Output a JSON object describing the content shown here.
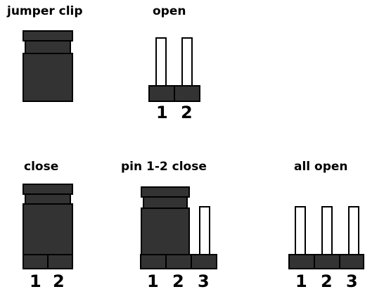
{
  "diagram": {
    "labels": {
      "jumper_clip": "jumper clip",
      "open": "open",
      "close": "close",
      "pin_1_2_close": "pin 1-2 close",
      "all_open": "all open"
    },
    "pin_numbers": {
      "open": [
        "1",
        "2"
      ],
      "close": [
        "1",
        "2"
      ],
      "pin_1_2_close": [
        "1",
        "2",
        "3"
      ],
      "all_open": [
        "1",
        "2",
        "3"
      ]
    }
  }
}
